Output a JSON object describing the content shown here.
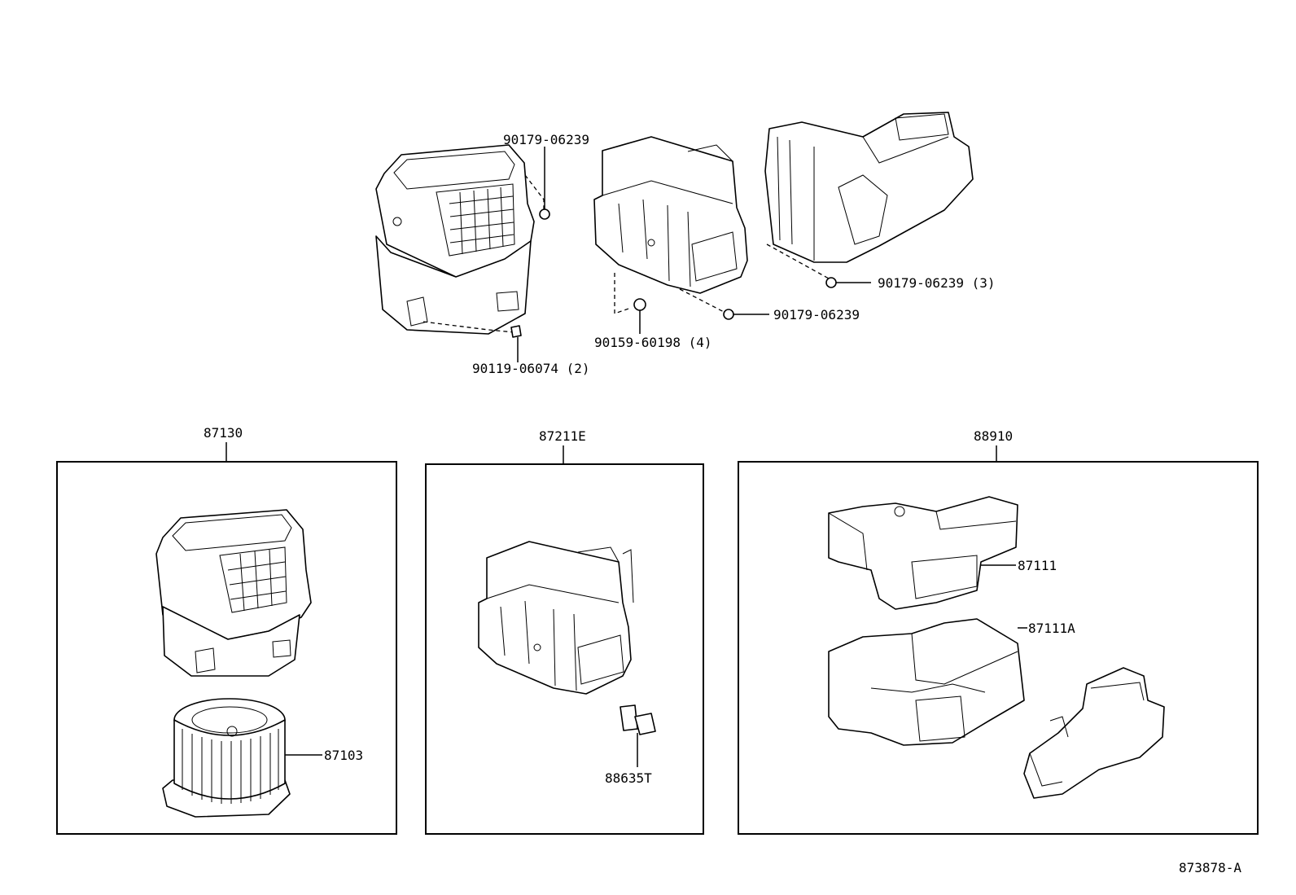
{
  "callouts": {
    "upper_blower_nut": "90179-06239",
    "upper_blower_screw": "90119-06074 (2)",
    "upper_center_clip": "90159-60198 (4)",
    "upper_center_nut": "90179-06239",
    "upper_right_nut": "90179-06239 (3)"
  },
  "groups": {
    "blower": {
      "number": "87130",
      "parts": [
        "87103"
      ]
    },
    "radiator": {
      "number": "87211E",
      "parts": [
        "88635T"
      ]
    },
    "duct": {
      "number": "88910",
      "parts": [
        "87111",
        "87111A"
      ]
    }
  },
  "figure_id": "873878-A"
}
